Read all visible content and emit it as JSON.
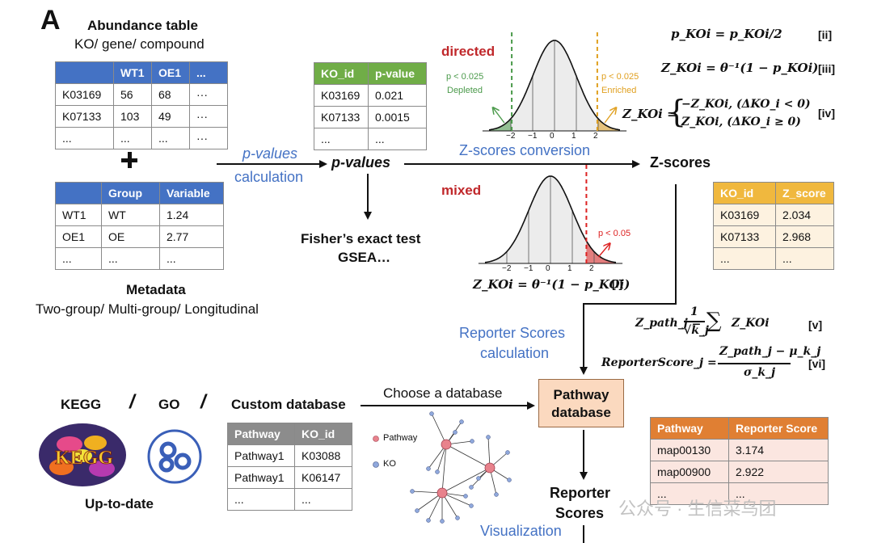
{
  "panel_label": "A",
  "abundance": {
    "title": "Abundance table",
    "subtitle": "KO/ gene/ compound",
    "header": [
      "",
      "WT1",
      "OE1",
      "..."
    ],
    "rows": [
      [
        "K03169",
        "56",
        "68",
        "···"
      ],
      [
        "K07133",
        "103",
        "49",
        "···"
      ],
      [
        "...",
        "...",
        "...",
        "···"
      ]
    ]
  },
  "metadata": {
    "title": "Metadata",
    "subtitle": "Two-group/ Multi-group/ Longitudinal",
    "header": [
      "",
      "Group",
      "Variable"
    ],
    "rows": [
      [
        "WT1",
        "WT",
        "1.24"
      ],
      [
        "OE1",
        "OE",
        "2.77"
      ],
      [
        "...",
        "...",
        "..."
      ]
    ]
  },
  "pvalue_table": {
    "header": [
      "KO_id",
      "p-value"
    ],
    "rows": [
      [
        "K03169",
        "0.021"
      ],
      [
        "K07133",
        "0.0015"
      ],
      [
        "...",
        "..."
      ]
    ]
  },
  "zscore_table": {
    "header": [
      "KO_id",
      "Z_score"
    ],
    "rows": [
      [
        "K03169",
        "2.034"
      ],
      [
        "K07133",
        "2.968"
      ],
      [
        "...",
        "..."
      ]
    ]
  },
  "custom_table": {
    "header": [
      "Pathway",
      "KO_id"
    ],
    "rows": [
      [
        "Pathway1",
        "K03088"
      ],
      [
        "Pathway1",
        "K06147"
      ],
      [
        "...",
        "..."
      ]
    ]
  },
  "reporter_table": {
    "header": [
      "Pathway",
      "Reporter Score"
    ],
    "rows": [
      [
        "map00130",
        "3.174"
      ],
      [
        "map00900",
        "2.922"
      ],
      [
        "...",
        "..."
      ]
    ]
  },
  "flow": {
    "pvalues_calc_1": "p-values",
    "pvalues_calc_2": "calculation",
    "pvalues_node": "p-values",
    "fisher": "Fisher’s exact test",
    "gsea": "GSEA…",
    "zscores_node": "Z-scores",
    "reporter_calc_1": "Reporter Scores",
    "reporter_calc_2": "calculation",
    "choose_db": "Choose a database",
    "pathway_db_1": "Pathway",
    "pathway_db_2": "database",
    "reporter_scores_1": "Reporter",
    "reporter_scores_2": "Scores",
    "visualization": "Visualization"
  },
  "directed": {
    "label": "directed",
    "left_threshold": "p < 0.025",
    "left_label": "Depleted",
    "right_threshold": "p < 0.025",
    "right_label": "Enriched",
    "caption": "Z-scores conversion",
    "ticks": [
      "−2",
      "−1",
      "0",
      "1",
      "2"
    ],
    "cutoffs": [
      -1.96,
      1.96
    ],
    "colors": {
      "left": "#4b9a4b",
      "right": "#e0a020"
    }
  },
  "mixed": {
    "label": "mixed",
    "threshold": "p < 0.05",
    "ticks": [
      "−2",
      "−1",
      "0",
      "1",
      "2"
    ],
    "cutoffs": [
      1.645
    ],
    "colors": {
      "right": "#d22"
    }
  },
  "formulas": {
    "i": "Z_KOi = θ⁻¹(1 − p_KOi)",
    "i_tag": "[i]",
    "ii": "p_KOi = p_KOi/2",
    "ii_tag": "[ii]",
    "iii": "Z_KOi = θ⁻¹(1 − p_KOi)",
    "iii_tag": "[iii]",
    "iv_lhs": "Z_KOi =",
    "iv_brace": "{",
    "iv_case1": "−Z_KOi,   (ΔKO_i < 0)",
    "iv_case2": "Z_KOi,    (ΔKO_i ≥ 0)",
    "iv_tag": "[iv]",
    "v_lhs": "Z_path_j =",
    "v_num": "1",
    "v_den": "√k_j",
    "v_sum": "∑",
    "v_rhs": "Z_KOi",
    "v_tag": "[v]",
    "vi_lhs": "ReporterScore_j =",
    "vi_num": "Z_path_j − μ_k_j",
    "vi_den": "σ_k_j",
    "vi_tag": "[vi]"
  },
  "databases": {
    "kegg": "KEGG",
    "go": "GO",
    "custom": "Custom database",
    "slash": "/",
    "up_to_date": "Up-to-date"
  },
  "network": {
    "legend_pathway": "Pathway",
    "legend_ko": "KO",
    "pathway_color": "#e8828c",
    "ko_color": "#8fa8dc"
  },
  "watermark": "公众号 · 生信菜鸟团"
}
